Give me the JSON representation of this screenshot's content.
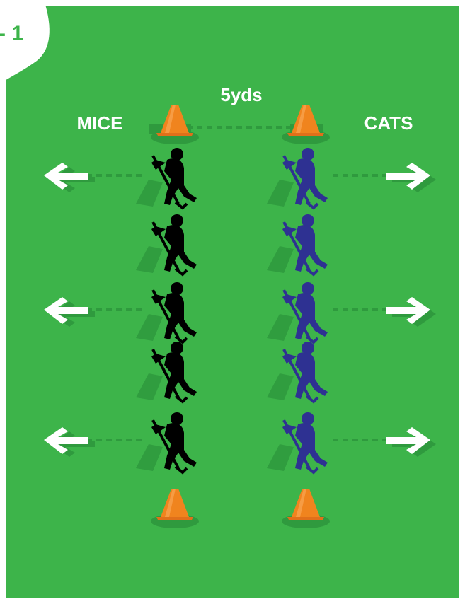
{
  "badge": {
    "text": "- 1"
  },
  "labels": {
    "distance": "5yds",
    "left_team": "MICE",
    "right_team": "CATS"
  },
  "colors": {
    "field": "#3db44a",
    "field_shadow": "#2f9a3e",
    "cone": "#f0841e",
    "left_team": "#000000",
    "right_team": "#2e3192",
    "arrow": "#ffffff",
    "badge_text": "#3db44a"
  },
  "teams": {
    "left": {
      "name": "MICE",
      "players": 5,
      "run_direction": "left"
    },
    "right": {
      "name": "CATS",
      "players": 5,
      "run_direction": "right"
    }
  },
  "cones": 4,
  "arrows_per_side": 3,
  "icons": {
    "cone": "cone-icon",
    "player": "hockey-player-icon",
    "arrow_left": "arrow-left-icon",
    "arrow_right": "arrow-right-icon"
  }
}
